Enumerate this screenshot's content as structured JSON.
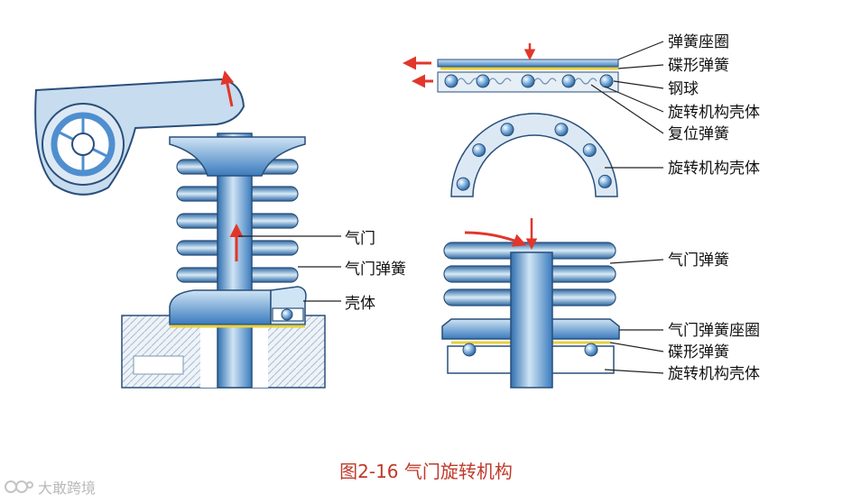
{
  "figure": {
    "caption": "图2-16  气门旋转机构",
    "watermark": "大敢跨境"
  },
  "labels": {
    "spring_seat_ring": "弹簧座圈",
    "disc_spring": "碟形弹簧",
    "steel_ball": "钢球",
    "rotator_housing": "旋转机构壳体",
    "return_spring": "复位弹簧",
    "rotator_housing_2": "旋转机构壳体",
    "valve_left": "气门",
    "valve_spring_left": "气门弹簧",
    "housing_left": "壳体",
    "valve_spring_right": "气门弹簧",
    "valve_spring_seat_right": "气门弹簧座圈",
    "disc_spring_right": "碟形弹簧",
    "rotator_housing_right": "旋转机构壳体"
  },
  "colors": {
    "part_blue": "#4f8fcf",
    "part_light": "#cfe4f5",
    "outline": "#2a4f7a",
    "arrow_red": "#e2362b",
    "leader": "#222222",
    "caption_red": "#c0392b",
    "spring_yellow": "#e9d13a"
  }
}
